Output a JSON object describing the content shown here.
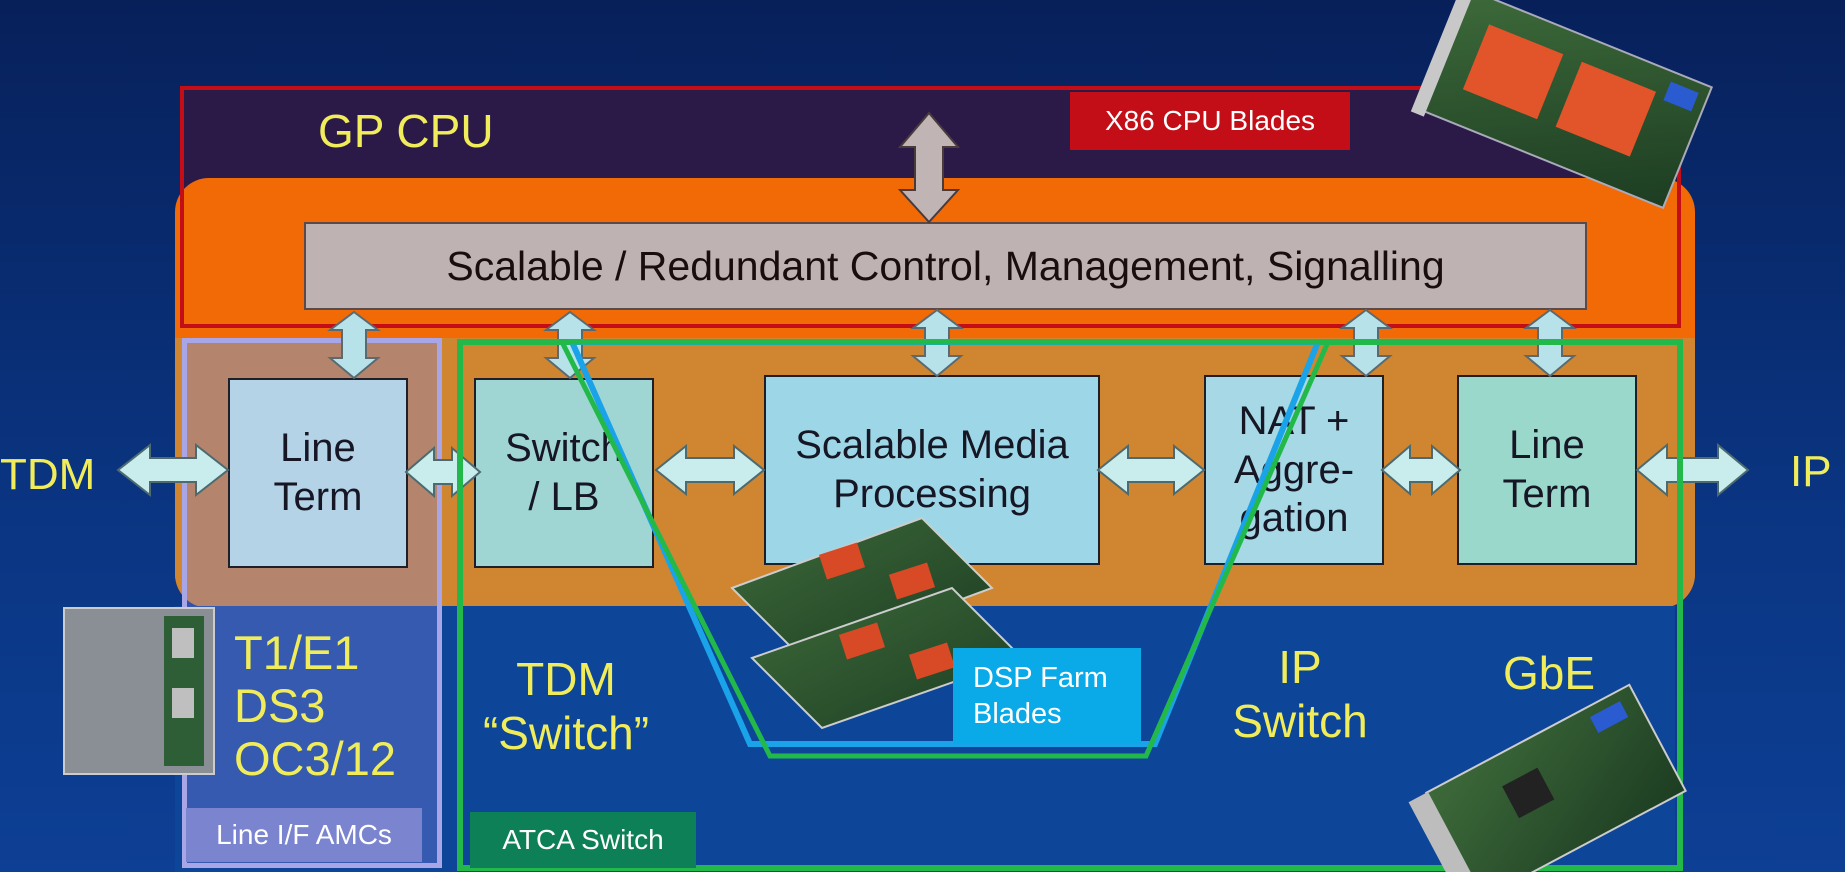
{
  "colors": {
    "background": "#0a3480",
    "gp_region": "#2b1a48",
    "orange_region": "#f26a06",
    "red_outline": "#c30d17",
    "green_outline": "#22b94a",
    "blue_outline": "#1aa3e8",
    "lavender_outline": "#a8a6e6",
    "yellow_text": "#f0ec5a",
    "arrow_fill": "#c9ecec"
  },
  "gp_cpu_label": "GP CPU",
  "x86_tag": "X86 CPU Blades",
  "control_box": "Scalable / Redundant Control, Management, Signalling",
  "boxes": {
    "line_term_left": "Line\nTerm",
    "switch_lb": "Switch\n/ LB",
    "media": "Scalable Media\nProcessing",
    "nat": "NAT +\nAggre-\ngation",
    "line_term_right": "Line\nTerm"
  },
  "side_labels": {
    "tdm": "TDM",
    "ip": "IP"
  },
  "bottom_labels": {
    "line_types": "T1/E1\nDS3\nOC3/12",
    "tdm_switch": "TDM\n“Switch”",
    "ip_switch": "IP\nSwitch",
    "gbe": "GbE"
  },
  "tags": {
    "dsp": "DSP Farm\nBlades",
    "line_amc": "Line I/F AMCs",
    "atca": "ATCA Switch"
  },
  "images": {
    "cpu_blade": "cpu-blade-photo",
    "dsp_blade": "dsp-blade-photo",
    "amc_card": "amc-card-photo",
    "switch_card": "switch-card-photo"
  }
}
